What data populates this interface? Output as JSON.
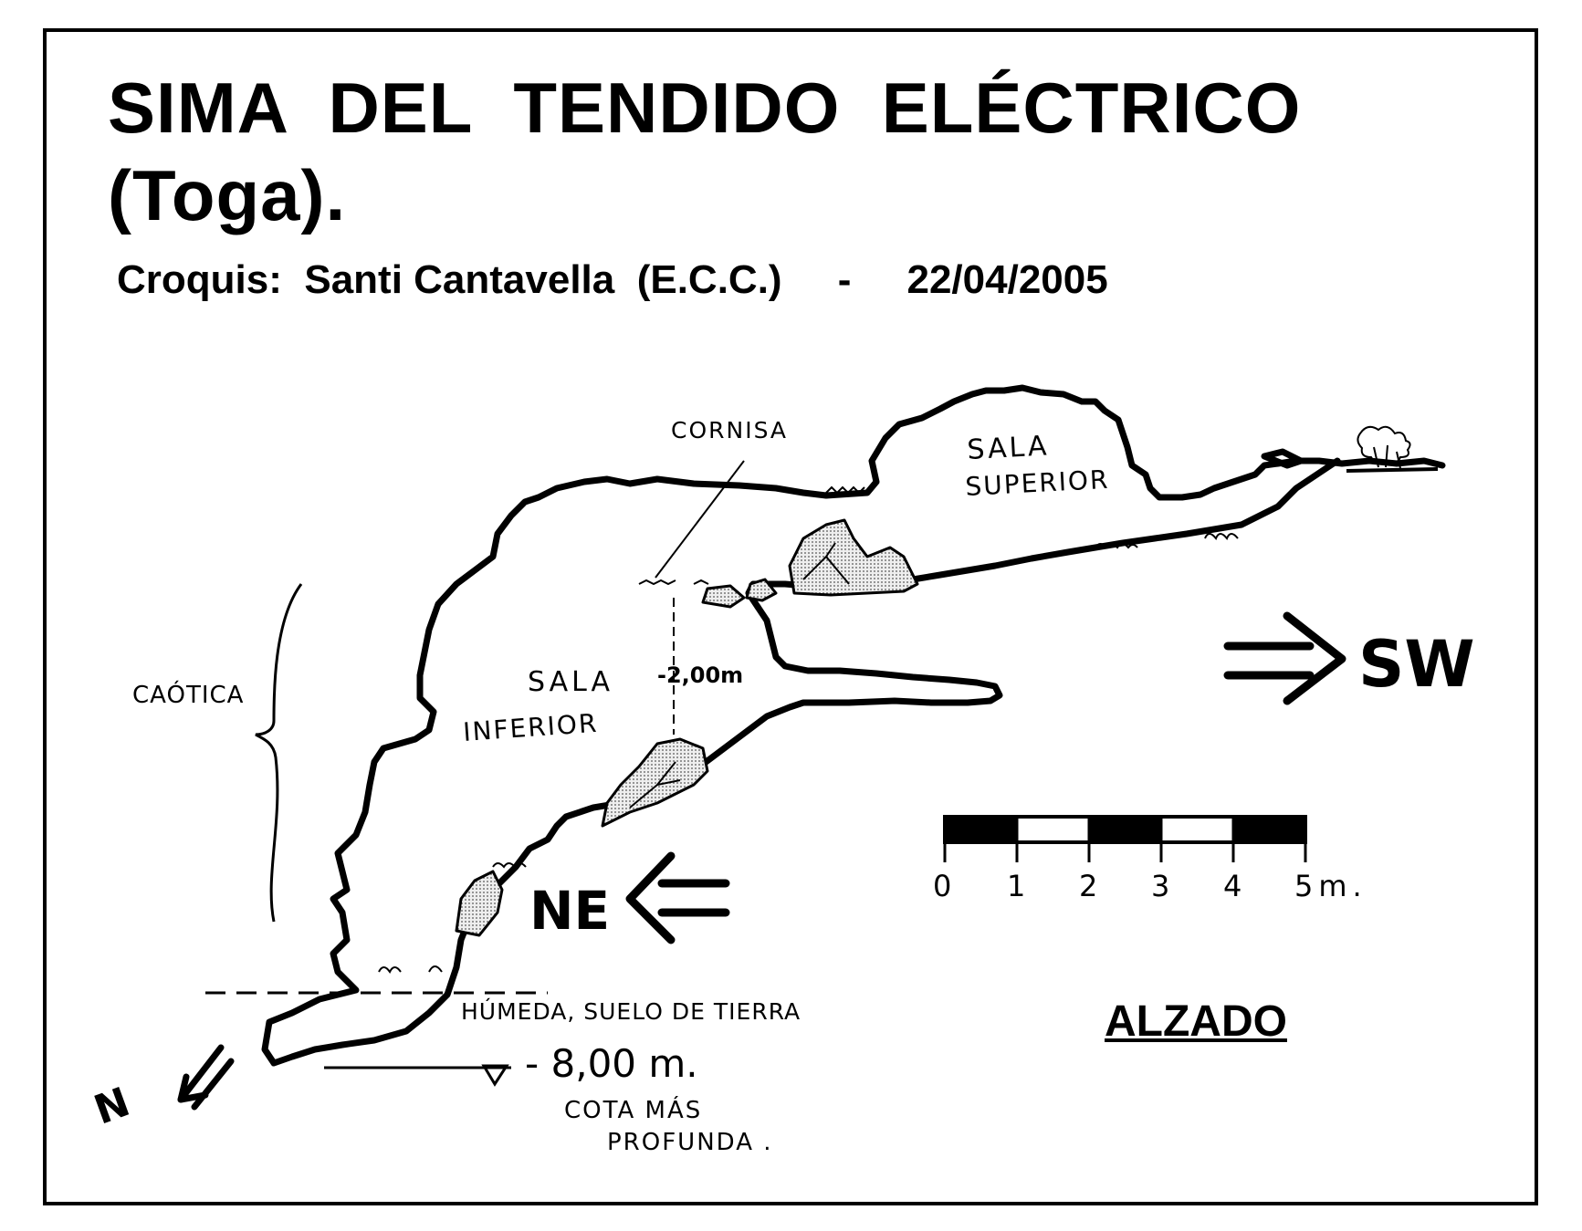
{
  "title": {
    "line1": "SIMA  DEL  TENDIDO  ELÉCTRICO",
    "line2": "(Toga)."
  },
  "credits": {
    "label": "Croquis:",
    "author": "Santi Cantavella  (E.C.C.)",
    "separator": "-",
    "date": "22/04/2005"
  },
  "labels": {
    "cornisa": "CORNISA",
    "sala_superior_1": "SALA",
    "sala_superior_2": "SUPERIOR",
    "sala_inferior_1": "SALA",
    "sala_inferior_2": "INFERIOR",
    "caotica": "CAÓTICA",
    "depth_2": "-2,00m",
    "humeda": "HÚMEDA, SUELO DE TIERRA",
    "depth_8": "- 8,00 m.",
    "cota_1": "COTA MÁS",
    "cota_2": "PROFUNDA .",
    "dir_sw": "SW",
    "dir_ne": "NE",
    "dir_n": "N",
    "view": "ALZADO"
  },
  "scale_bar": {
    "ticks": [
      "0",
      "1",
      "2",
      "3",
      "4",
      "5m."
    ]
  },
  "colors": {
    "ink": "#000000",
    "rock_fill": "#d9d9d9",
    "paper": "#ffffff"
  }
}
